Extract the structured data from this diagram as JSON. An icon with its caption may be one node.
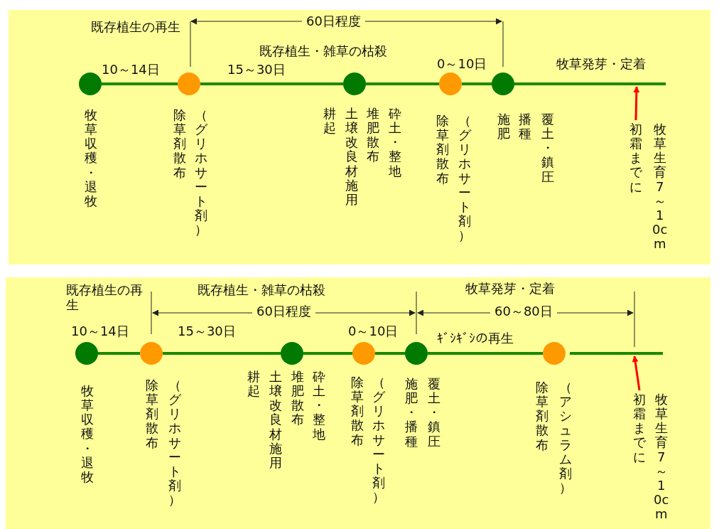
{
  "diagram": {
    "nodes": [
      {
        "text": [],
        "shape": "circle",
        "beside": [
          "牧草収穫・退牧"
        ]
      },
      {
        "text": [],
        "shape": "circle",
        "beside": [
          "除草剤散布",
          "（グリホサート剤）"
        ]
      },
      {
        "text": [],
        "shape": "circle",
        "beside": [
          "耕起",
          "土壌改良材施用",
          "堆肥散布",
          "砕土・整地"
        ]
      },
      {
        "text": [],
        "shape": "circle",
        "beside": [
          "除草剤散布",
          "（グリホサート剤）"
        ]
      },
      {
        "text": [],
        "shape": "circle",
        "beside": [
          "施肥",
          "播種",
          "覆土・鎮圧"
        ]
      },
      {
        "text": [
          "初霜までに"
        ]
      },
      {
        "text": [],
        "shape": "circle",
        "beside": [
          "牧草収穫・退牧"
        ]
      },
      {
        "text": [],
        "shape": "circle",
        "beside": [
          "除草剤散布",
          "（グリホサート剤）"
        ]
      },
      {
        "text": [],
        "shape": "circle",
        "beside": [
          "耕起",
          "土壌改良材施用",
          "堆肥散布",
          "砕土・整地"
        ]
      },
      {
        "text": [],
        "shape": "circle",
        "beside": [
          "除草剤散布",
          "（グリホサート剤）"
        ]
      },
      {
        "text": [],
        "shape": "circle",
        "beside": [
          "施肥・播種",
          "覆土・鎮圧"
        ]
      },
      {
        "text": [],
        "shape": "circle",
        "beside": [
          "除草剤散布",
          "（アシュラム剤）"
        ]
      },
      {
        "text": [
          "初霜までに"
        ]
      }
    ],
    "edges": [
      {
        "from": 0,
        "to": 1,
        "arrow": "none",
        "label": "10～14日"
      },
      {
        "from": 1,
        "to": 2,
        "arrow": "none",
        "label": "15～30日"
      },
      {
        "from": 2,
        "to": 3,
        "arrow": "none"
      },
      {
        "from": 3,
        "to": 4,
        "arrow": "none",
        "label": "0～10日"
      },
      {
        "from": 5,
        "to": null,
        "arrow": "to",
        "color": "#ff0000"
      },
      {
        "from": 6,
        "to": 7,
        "arrow": "none",
        "label": "10～14日"
      },
      {
        "from": 7,
        "to": 8,
        "arrow": "none",
        "label": "15～30日"
      },
      {
        "from": 8,
        "to": 9,
        "arrow": "none"
      },
      {
        "from": 9,
        "to": 10,
        "arrow": "none",
        "label": "0～10日"
      },
      {
        "from": 10,
        "to": 11,
        "arrow": "none",
        "label": "ｷﾞｼｷﾞｼの再生"
      },
      {
        "from": 12,
        "to": null,
        "arrow": "to",
        "color": "#ff0000"
      }
    ],
    "labels": [
      "既存植生の再生",
      "60日程度",
      "既存植生・雑草の枯殺",
      "牧草発芽・定着",
      "牧草生育7～10cm",
      "既存植生の再生",
      "既存植生・雑草の枯殺",
      "牧草発芽・定着",
      "60日程度",
      "60～80日",
      "牧草生育7～10cm"
    ]
  }
}
